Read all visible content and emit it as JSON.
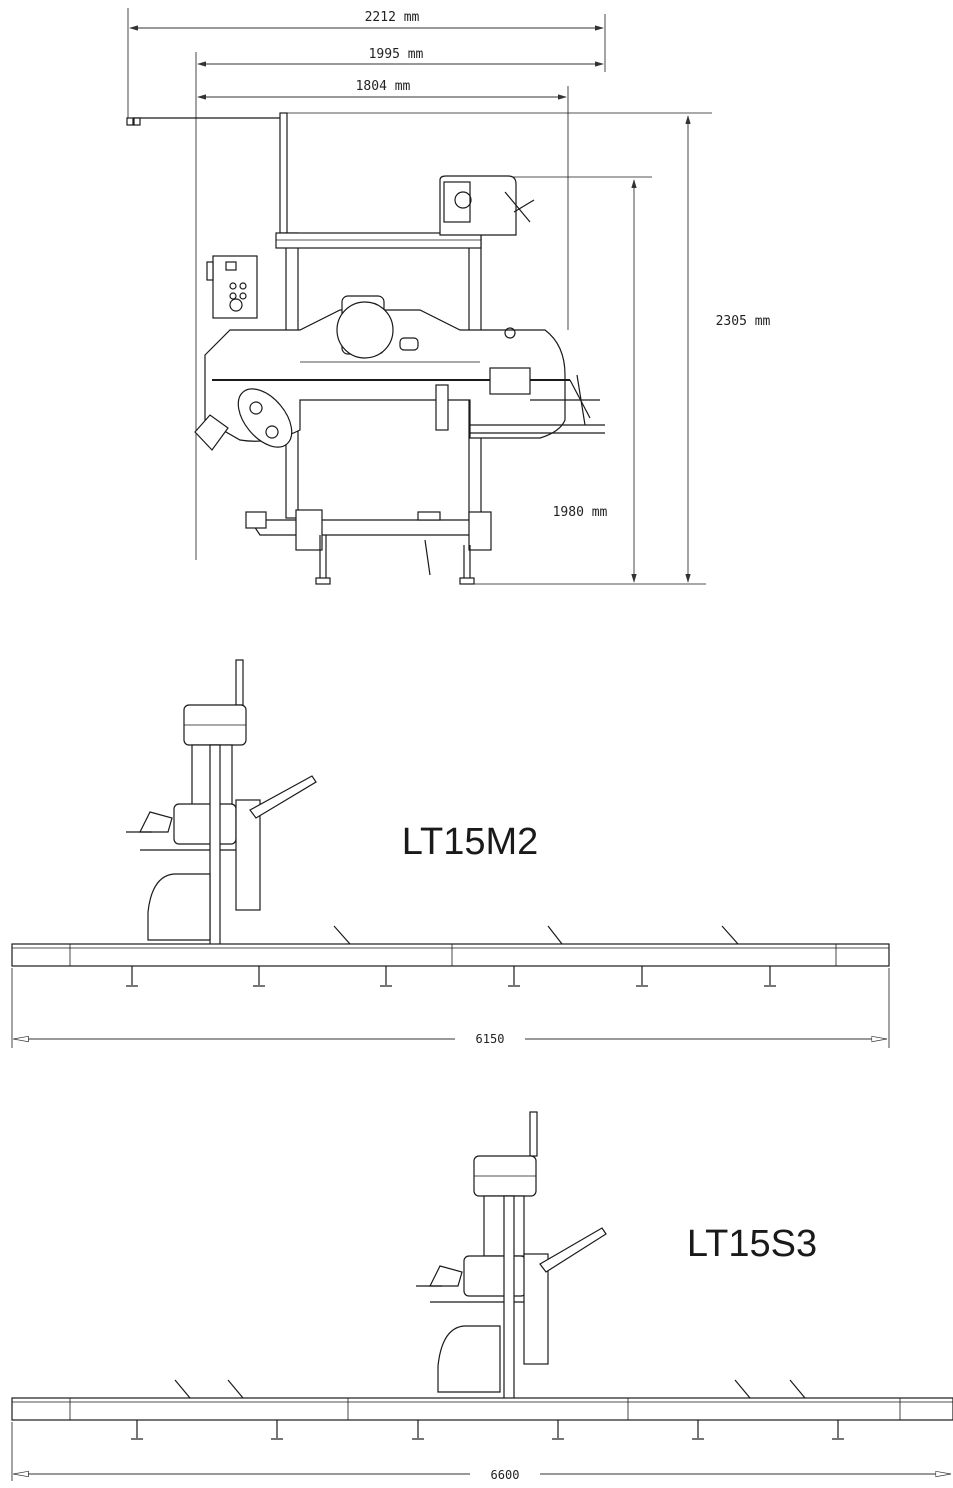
{
  "front_view": {
    "dimensions": {
      "width_overall": "2212 mm",
      "width_mid": "1995 mm",
      "width_inner": "1804 mm",
      "height_total": "2305 mm",
      "height_head": "1980 mm"
    }
  },
  "models": [
    {
      "name": "LT15M2",
      "track_length": "6150"
    },
    {
      "name": "LT15S3",
      "track_length": "6600"
    }
  ],
  "colors": {
    "line": "#1a1a1a",
    "background": "#ffffff"
  }
}
